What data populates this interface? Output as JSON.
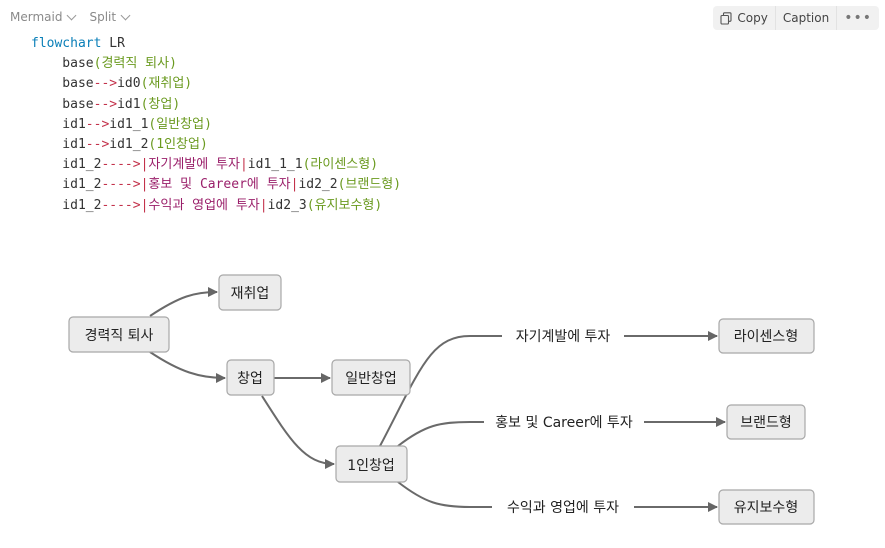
{
  "toolbar": {
    "mode": "Mermaid",
    "view": "Split",
    "copy_label": "Copy",
    "caption_label": "Caption",
    "more_label": "•••"
  },
  "code": {
    "lines": [
      [
        {
          "t": "kw",
          "v": "flowchart "
        },
        {
          "t": "id",
          "v": "LR"
        }
      ],
      [
        {
          "t": "id",
          "v": "    base"
        },
        {
          "t": "str",
          "v": "(경력직 퇴사)"
        }
      ],
      [
        {
          "t": "id",
          "v": "    base"
        },
        {
          "t": "ar",
          "v": "-->"
        },
        {
          "t": "id",
          "v": "id0"
        },
        {
          "t": "str",
          "v": "(재취업)"
        }
      ],
      [
        {
          "t": "id",
          "v": "    base"
        },
        {
          "t": "ar",
          "v": "-->"
        },
        {
          "t": "id",
          "v": "id1"
        },
        {
          "t": "str",
          "v": "(창업)"
        }
      ],
      [
        {
          "t": "id",
          "v": "    id1"
        },
        {
          "t": "ar",
          "v": "-->"
        },
        {
          "t": "id",
          "v": "id1_1"
        },
        {
          "t": "str",
          "v": "(일반창업)"
        }
      ],
      [
        {
          "t": "id",
          "v": "    id1"
        },
        {
          "t": "ar",
          "v": "-->"
        },
        {
          "t": "id",
          "v": "id1_2"
        },
        {
          "t": "str",
          "v": "(1인창업)"
        }
      ],
      [
        {
          "t": "id",
          "v": "    id1_2"
        },
        {
          "t": "ar",
          "v": "---->|"
        },
        {
          "t": "lbl",
          "v": "자기계발에 투자"
        },
        {
          "t": "ar",
          "v": "|"
        },
        {
          "t": "id",
          "v": "id1_1_1"
        },
        {
          "t": "str",
          "v": "(라이센스형)"
        }
      ],
      [
        {
          "t": "id",
          "v": "    id1_2"
        },
        {
          "t": "ar",
          "v": "---->|"
        },
        {
          "t": "lbl",
          "v": "홍보 및 Career에 투자"
        },
        {
          "t": "ar",
          "v": "|"
        },
        {
          "t": "id",
          "v": "id2_2"
        },
        {
          "t": "str",
          "v": "(브랜드형)"
        }
      ],
      [
        {
          "t": "id",
          "v": "    id1_2"
        },
        {
          "t": "ar",
          "v": "---->|"
        },
        {
          "t": "lbl",
          "v": "수익과 영업에 투자"
        },
        {
          "t": "ar",
          "v": "|"
        },
        {
          "t": "id",
          "v": "id2_3"
        },
        {
          "t": "str",
          "v": "(유지보수형)"
        }
      ]
    ]
  },
  "diagram": {
    "nodes": {
      "base": "경력직 퇴사",
      "id0": "재취업",
      "id1": "창업",
      "id1_1": "일반창업",
      "id1_2": "1인창업",
      "id1_1_1": "라이센스형",
      "id2_2": "브랜드형",
      "id2_3": "유지보수형"
    },
    "edge_labels": {
      "e1": "자기계발에 투자",
      "e2": "홍보 및 Career에 투자",
      "e3": "수익과 영업에 투자"
    }
  }
}
